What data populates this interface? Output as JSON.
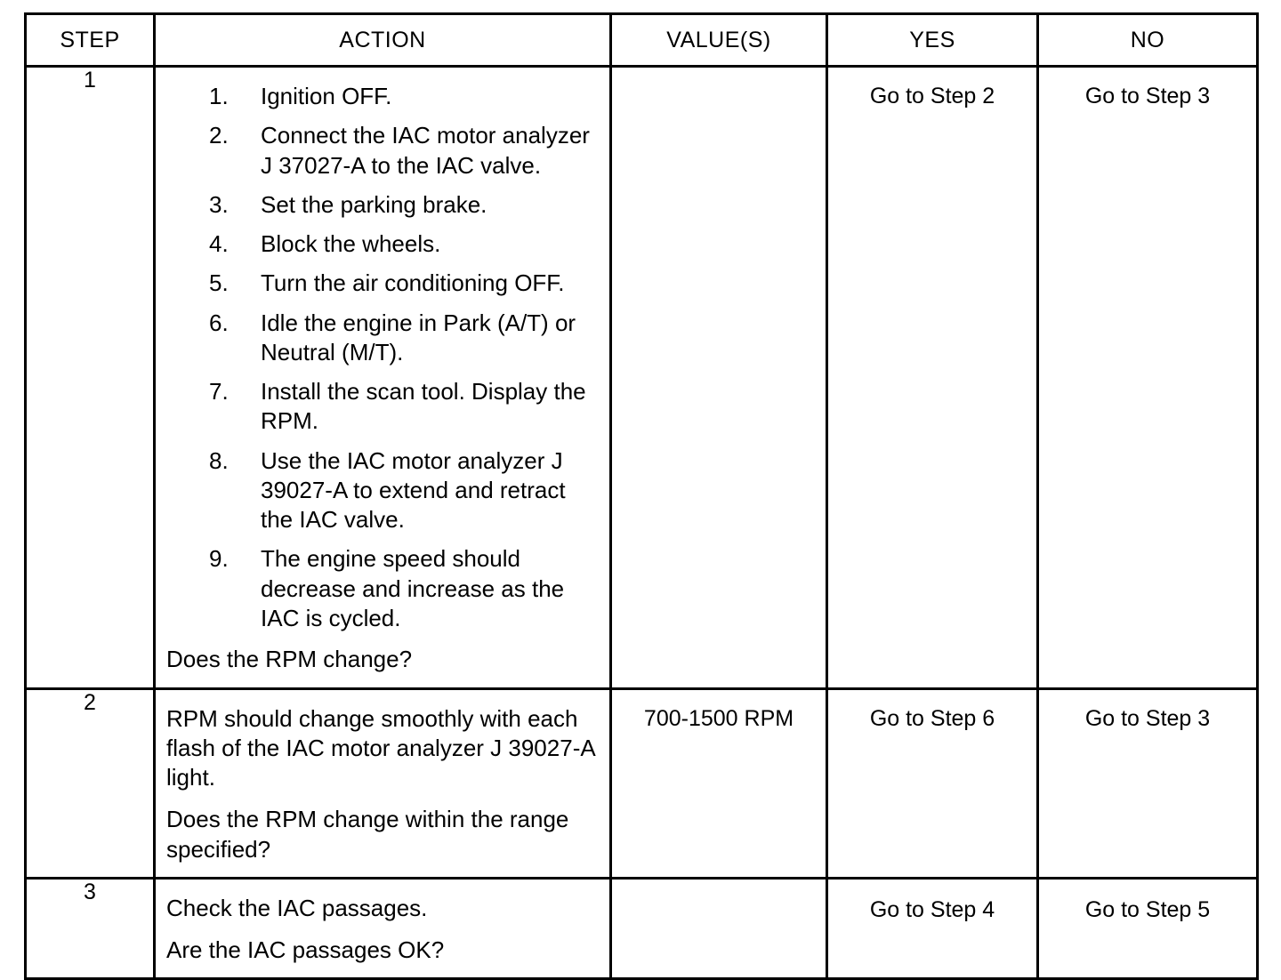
{
  "table": {
    "headers": {
      "step": "STEP",
      "action": "ACTION",
      "values": "VALUE(S)",
      "yes": "YES",
      "no": "NO"
    },
    "rows": [
      {
        "step": "1",
        "action": {
          "list": [
            {
              "num": "1.",
              "text": "Ignition OFF."
            },
            {
              "num": "2.",
              "text": "Connect the IAC motor analyzer J 37027-A to the IAC valve."
            },
            {
              "num": "3.",
              "text": "Set the parking brake."
            },
            {
              "num": "4.",
              "text": "Block the wheels."
            },
            {
              "num": "5.",
              "text": "Turn the air conditioning OFF."
            },
            {
              "num": "6.",
              "text": "Idle the engine in Park (A/T) or Neutral (M/T)."
            },
            {
              "num": "7.",
              "text": "Install the scan tool. Display the RPM."
            },
            {
              "num": "8.",
              "text": "Use the IAC motor analyzer J 39027-A to extend and retract the IAC valve."
            },
            {
              "num": "9.",
              "text": "The engine speed should decrease and increase as the IAC is cycled."
            }
          ],
          "question": "Does the RPM change?"
        },
        "values": "",
        "yes": "Go to Step 2",
        "no": "Go to Step 3"
      },
      {
        "step": "2",
        "action": {
          "paragraph": "RPM should change smoothly with each flash of the IAC motor analyzer J 39027-A light.",
          "question": "Does the RPM change within the range specified?"
        },
        "values": "700-1500 RPM",
        "yes": "Go to Step 6",
        "no": "Go to Step 3"
      },
      {
        "step": "3",
        "action": {
          "paragraph": "Check the IAC passages.",
          "question": "Are the IAC passages OK?"
        },
        "values": "",
        "yes": "Go to Step 4",
        "no": "Go to Step 5"
      }
    ]
  },
  "colors": {
    "border": "#000000",
    "text": "#000000",
    "background": "#ffffff"
  }
}
